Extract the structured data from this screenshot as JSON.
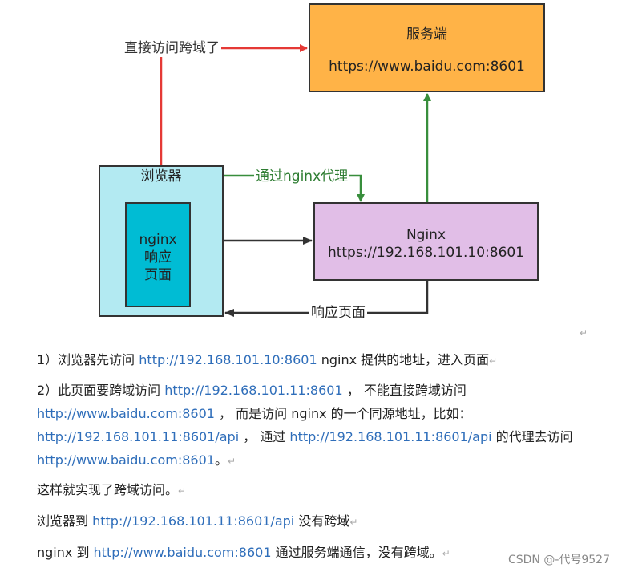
{
  "diagram": {
    "server": {
      "title": "服务端",
      "url": "https://www.baidu.com:8601"
    },
    "browser": {
      "title": "浏览器",
      "inner_page": [
        "nginx",
        "响应",
        "页面"
      ]
    },
    "nginx": {
      "title": "Nginx",
      "url": "https://192.168.101.10:8601"
    },
    "edges": {
      "direct": "直接访问跨域了",
      "via_proxy": "通过nginx代理",
      "response": "响应页面"
    },
    "colors": {
      "direct": "#E53935",
      "proxy": "#388E3C",
      "plain": "#333333"
    }
  },
  "text": {
    "stray_mark": "↵",
    "p1": {
      "a": "1）浏览器先访问 ",
      "link": "http://192.168.101.10:8601",
      "b": " nginx 提供的地址，进入页面",
      "mark": "↵"
    },
    "p2": {
      "l1a": "2）此页面要跨域访问 ",
      "l1link": "http://192.168.101.11:8601",
      "l1b": " ， 不能直接跨域访问",
      "l2link": "http://www.baidu.com:8601",
      "l2b": " ， 而是访问 nginx 的一个同源地址，比如：",
      "l3link": "http://192.168.101.11:8601/api",
      "l3b": " ， 通过 ",
      "l3link2": "http://192.168.101.11:8601/api",
      "l3c": " 的代理去访问",
      "l4link": "http://www.baidu.com:8601",
      "l4b": "。",
      "mark": "↵"
    },
    "p3": {
      "a": "这样就实现了跨域访问。",
      "mark": "↵"
    },
    "p4": {
      "a": "浏览器到 ",
      "link": "http://192.168.101.11:8601/api",
      "b": " 没有跨域",
      "mark": "↵"
    },
    "p5": {
      "a": "nginx 到 ",
      "link": "http://www.baidu.com:8601",
      "b": " 通过服务端通信，没有跨域。",
      "mark": "↵"
    }
  },
  "watermark": "CSDN @-代号9527"
}
